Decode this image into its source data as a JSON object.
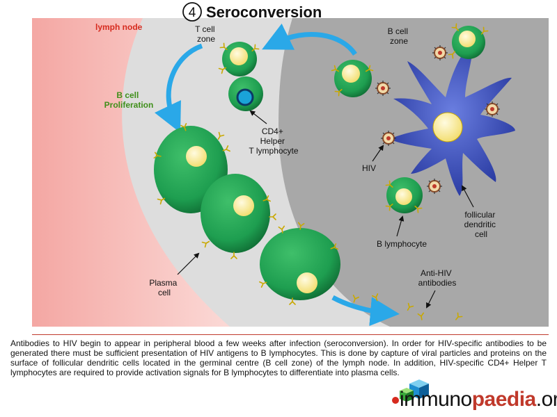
{
  "title": {
    "step_number": "4",
    "text": "Seroconversion"
  },
  "labels": {
    "lymph_node": "lymph node",
    "t_cell_zone": [
      "T cell",
      "zone"
    ],
    "b_cell_zone": [
      "B cell",
      "zone"
    ],
    "b_cell_proliferation": [
      "B cell",
      "Proliferation"
    ],
    "cd4_helper": [
      "CD4+",
      "Helper",
      "T lymphocyte"
    ],
    "hiv": "HIV",
    "follicular_dendritic_cell": [
      "follicular",
      "dendritic",
      "cell"
    ],
    "b_lymphocyte": "B lymphocyte",
    "plasma_cell": [
      "Plasma",
      "cell"
    ],
    "anti_hiv_antibodies": [
      "Anti-HIV",
      "antibodies"
    ]
  },
  "caption": "Antibodies to HIV begin to appear in peripheral blood a few weeks after infection (seroconversion). In order for HIV-specific antibodies to be generated there must be sufficient presentation of HIV antigens to B lymphocytes. This is done by capture of viral particles and proteins on the surface of follicular dendritic cells located in the germinal centre (B cell zone) of the lymph node. In addition, HIV-specific CD4+ Helper T lymphocytes are required to provide activation signals for B lymphocytes to differentiate into plasma cells.",
  "logo": {
    "part1": "immuno",
    "part2": "paedia",
    "part3": ".org"
  },
  "colors": {
    "lymph_label": "#d62a1e",
    "proliferation_label": "#3f8f1a",
    "cell_green": "#1e9e50",
    "nucleus_yellow": "#fbeea0",
    "dendritic_blue": "#2b3fb5",
    "arrow_blue": "#2aa8e8",
    "zone_gray": "#a8a8a8",
    "bg_light": "#dddddd",
    "lymph_pink": "#f4b6b2"
  }
}
